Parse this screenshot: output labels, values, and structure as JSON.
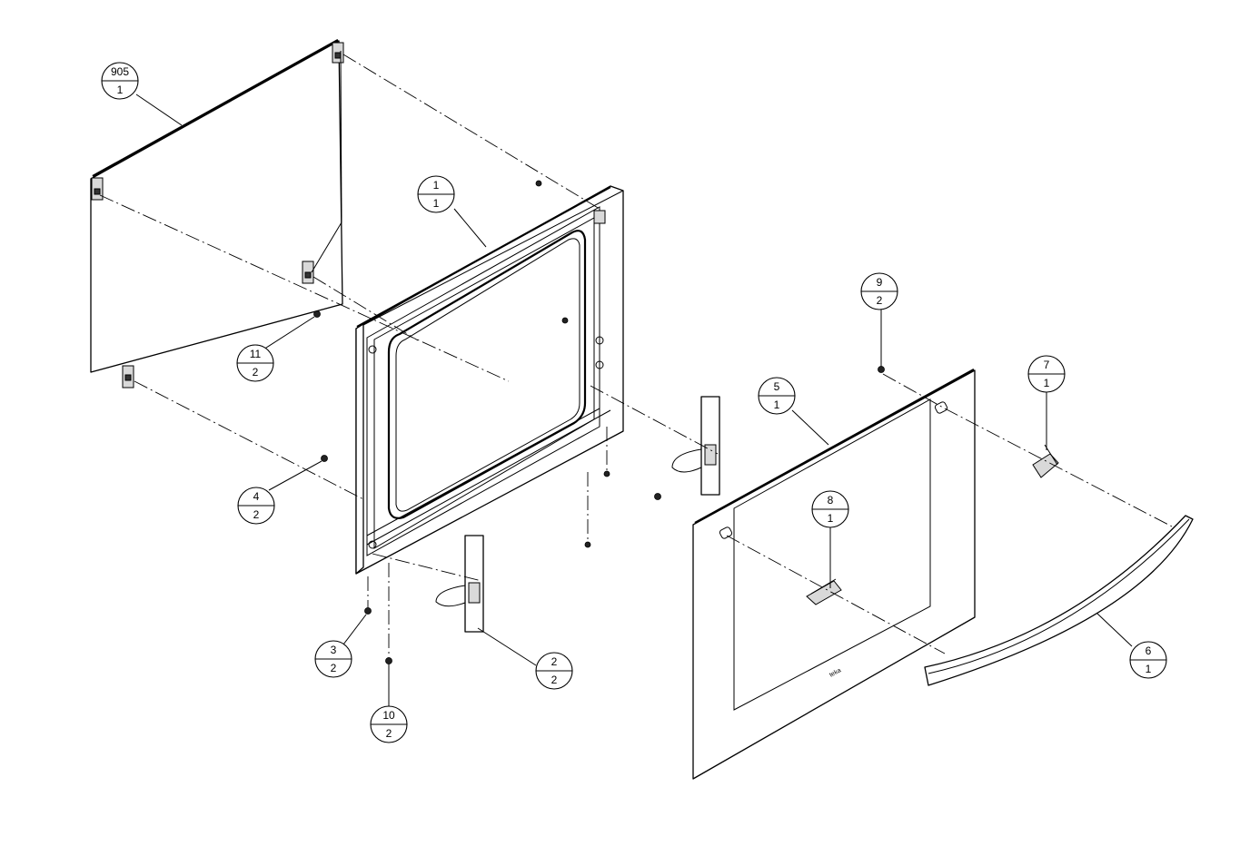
{
  "callouts": [
    {
      "id": "c905",
      "number": "905",
      "qty": "1"
    },
    {
      "id": "c1",
      "number": "1",
      "qty": "1"
    },
    {
      "id": "c11",
      "number": "11",
      "qty": "2"
    },
    {
      "id": "c9",
      "number": "9",
      "qty": "2"
    },
    {
      "id": "c5",
      "number": "5",
      "qty": "1"
    },
    {
      "id": "c7",
      "number": "7",
      "qty": "1"
    },
    {
      "id": "c8",
      "number": "8",
      "qty": "1"
    },
    {
      "id": "c4",
      "number": "4",
      "qty": "2"
    },
    {
      "id": "c3",
      "number": "3",
      "qty": "2"
    },
    {
      "id": "c2",
      "number": "2",
      "qty": "2"
    },
    {
      "id": "c10",
      "number": "10",
      "qty": "2"
    },
    {
      "id": "c6",
      "number": "6",
      "qty": "1"
    }
  ],
  "colors": {
    "line": "#000000",
    "background": "#ffffff"
  }
}
